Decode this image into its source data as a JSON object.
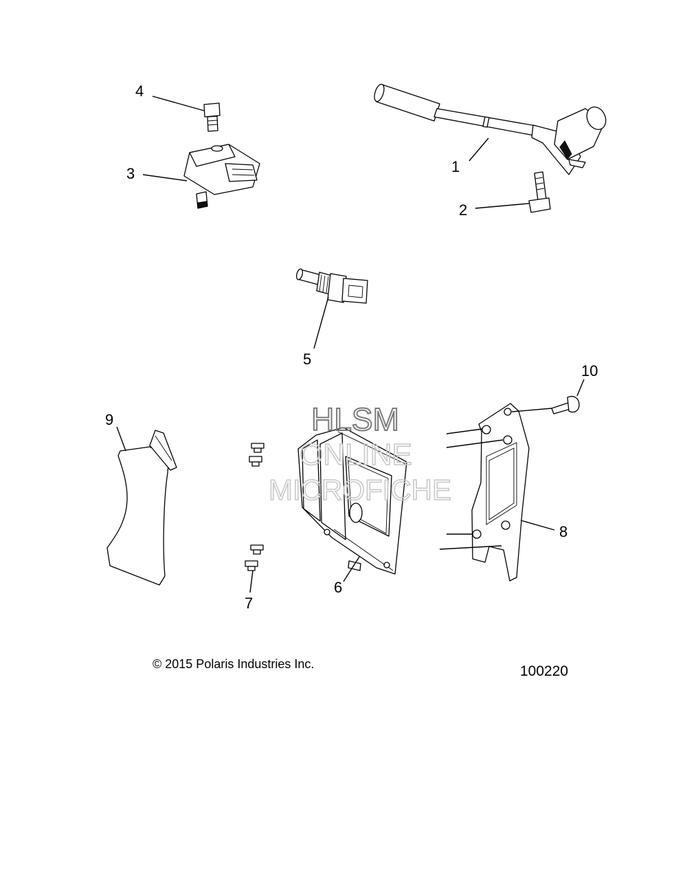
{
  "callouts": {
    "c1": "1",
    "c2": "2",
    "c3": "3",
    "c4": "4",
    "c5": "5",
    "c6": "6",
    "c7": "7",
    "c8": "8",
    "c9": "9",
    "c10": "10"
  },
  "watermark": {
    "line1": "HLSM",
    "line2": "ONLINE",
    "line3": "MICROFICHE"
  },
  "footer": {
    "copyright": "© 2015 Polaris Industries Inc.",
    "drawing_number": "100220"
  }
}
